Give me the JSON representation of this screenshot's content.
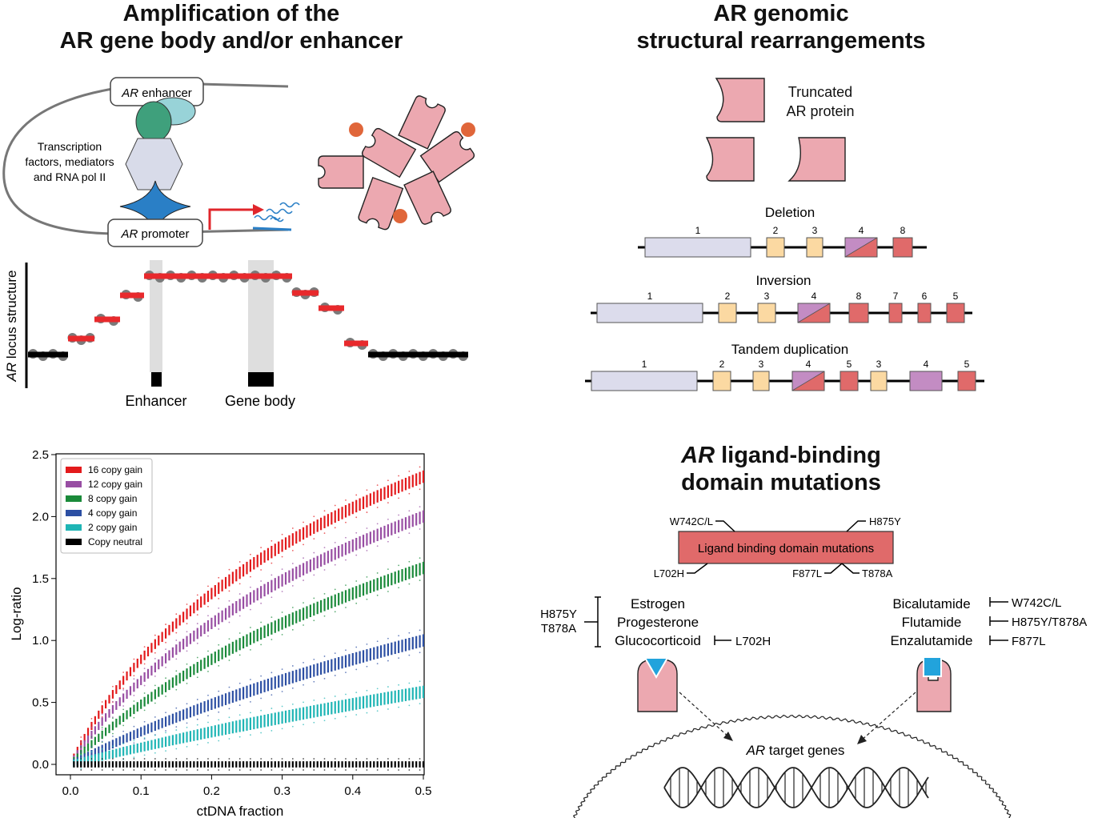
{
  "panel_a": {
    "title_line1": "Amplification of the",
    "title_line2": "AR gene body and/or enhancer",
    "enhancer_box_italic": "AR",
    "enhancer_box_text": " enhancer",
    "promoter_box_italic": "AR",
    "promoter_box_text": " promoter",
    "tf_line1": "Transcription",
    "tf_line2": "factors, mediators",
    "tf_line3": "and RNA pol II",
    "locus_ylabel_italic": "AR",
    "locus_ylabel_text": " locus structure",
    "enhancer_label": "Enhancer",
    "gene_body_label": "Gene body"
  },
  "panel_b": {
    "title_line1": "AR genomic",
    "title_line2": "structural rearrangements",
    "truncated_line1": "Truncated",
    "truncated_line2": "AR protein",
    "deletion_label": "Deletion",
    "deletion_exons": [
      "1",
      "2",
      "3",
      "4",
      "8"
    ],
    "inversion_label": "Inversion",
    "inversion_exons": [
      "1",
      "2",
      "3",
      "4",
      "8",
      "7",
      "6",
      "5"
    ],
    "tandem_label": "Tandem duplication",
    "tandem_exons": [
      "1",
      "2",
      "3",
      "4",
      "5",
      "3",
      "4",
      "5"
    ]
  },
  "panel_c": {
    "chart_data": {
      "type": "scatter",
      "xlabel": "ctDNA fraction",
      "ylabel": "Log-ratio",
      "xlim": [
        0,
        0.5
      ],
      "ylim": [
        -0.05,
        2.5
      ],
      "xticks": [
        "0.0",
        "0.1",
        "0.2",
        "0.3",
        "0.4",
        "0.5"
      ],
      "yticks": [
        "0.0",
        "0.5",
        "1.0",
        "1.5",
        "2.0",
        "2.5"
      ],
      "legend_position": "top-left",
      "series": [
        {
          "name": "16 copy gain",
          "copies": 16,
          "color": "#e31a1c"
        },
        {
          "name": "12 copy gain",
          "copies": 12,
          "color": "#984ea3"
        },
        {
          "name": "8 copy gain",
          "copies": 8,
          "color": "#1a8a3a"
        },
        {
          "name": "4 copy gain",
          "copies": 4,
          "color": "#2c4fa3"
        },
        {
          "name": "2 copy gain",
          "copies": 2,
          "color": "#1fb5b5"
        },
        {
          "name": "Copy neutral",
          "copies": 0,
          "color": "#000000"
        }
      ]
    }
  },
  "panel_d": {
    "title_line1_italic": "AR",
    "title_line1_text": " ligand-binding",
    "title_line2": "domain mutations",
    "domain_box_label": "Ligand binding domain mutations",
    "mut_top_left": "W742C/L",
    "mut_top_right": "H875Y",
    "mut_bottom_left": "L702H",
    "mut_bottom_mid": "F877L",
    "mut_bottom_right": "T878A",
    "left_muts": [
      "H875Y",
      "T878A"
    ],
    "left_ligands": [
      "Estrogen",
      "Progesterone",
      "Glucocorticoid"
    ],
    "left_gluco_mut": "L702H",
    "right_drugs": [
      "Bicalutamide",
      "Flutamide",
      "Enzalutamide"
    ],
    "right_drug_muts": [
      "W742C/L",
      "H875Y/T878A",
      "F877L"
    ],
    "target_italic": "AR",
    "target_text": " target genes"
  },
  "colors": {
    "exon1": "#dcdcec",
    "exon_yellow": "#fbd9a2",
    "exon_red": "#e06a6a",
    "exon_purple": "#c38cc3",
    "protein_pink": "#eca8b0",
    "orange_dot": "#e0663a",
    "lbd_box": "#e06a6a",
    "locus_red": "#e8292c",
    "locus_grey": "#7a7a7a"
  }
}
